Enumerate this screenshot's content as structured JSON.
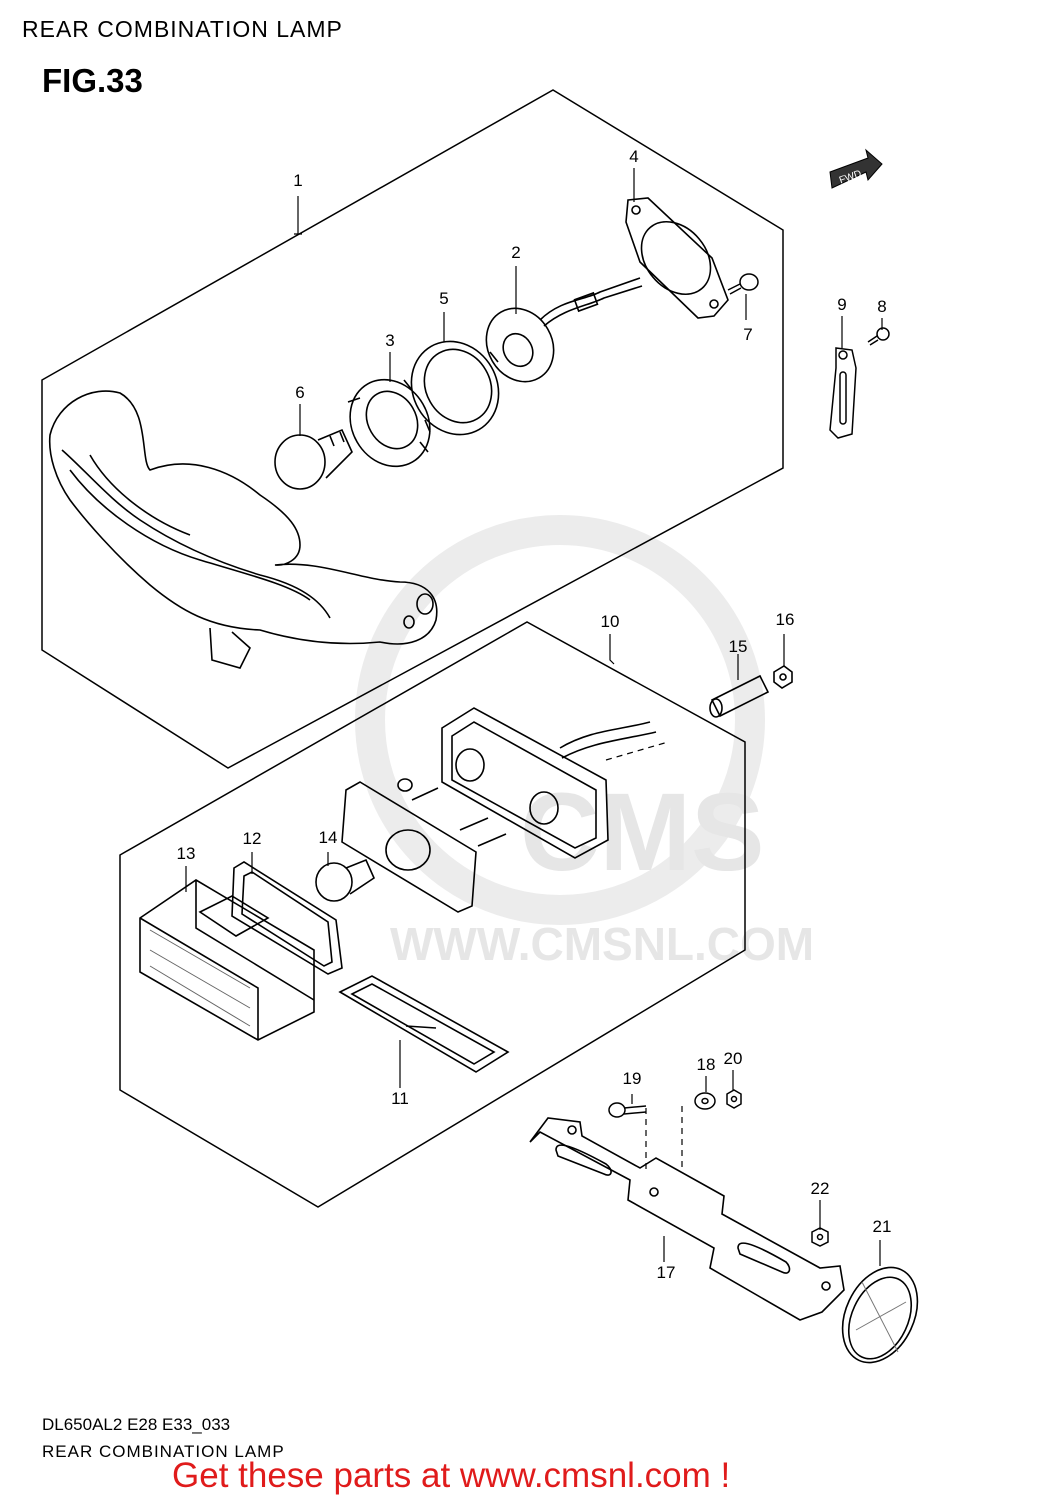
{
  "header": {
    "title": "REAR COMBINATION LAMP"
  },
  "figure": {
    "label": "FIG.33"
  },
  "direction_badge": "FWD",
  "callouts": [
    "1",
    "2",
    "3",
    "4",
    "5",
    "6",
    "7",
    "8",
    "9",
    "10",
    "11",
    "12",
    "13",
    "14",
    "15",
    "16",
    "17",
    "18",
    "19",
    "20",
    "21",
    "22"
  ],
  "watermark": {
    "brand": "CMS",
    "url": "WWW.CMSNL.COM"
  },
  "footer": {
    "code": "DL650AL2 E28 E33_033",
    "title": "REAR COMBINATION LAMP",
    "cta": "Get these parts at www.cmsnl.com !"
  },
  "colors": {
    "line": "#000000",
    "cta": "#e01b1b",
    "watermark": "#e6e6e6"
  }
}
